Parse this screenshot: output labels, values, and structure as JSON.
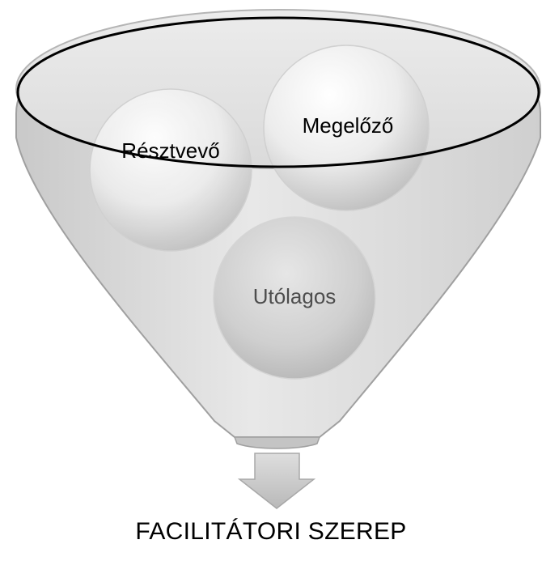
{
  "diagram": {
    "circles": [
      {
        "label": "Résztvevő",
        "label_color": "#000000"
      },
      {
        "label": "Megelőző",
        "label_color": "#000000"
      },
      {
        "label": "Utólagos",
        "label_color": "#4d4d4d"
      }
    ],
    "footer_label": "FACILITÁTORI SZEREP",
    "colors": {
      "funnel_fill": "#d6d6d6",
      "funnel_stroke": "#9a9a9a",
      "rim_stroke": "#000000",
      "arrow_fill": "#c8c8c8",
      "circle_light": "#f7f7f7",
      "circle_dark": "#b8b8b8"
    }
  }
}
